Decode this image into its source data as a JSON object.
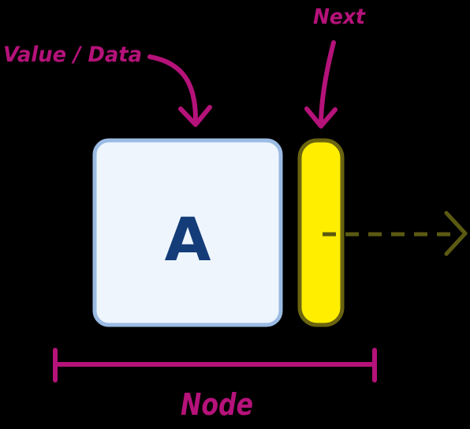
{
  "labels": {
    "value_data": "Value / Data",
    "next": "Next",
    "node": "Node"
  },
  "node": {
    "value": "A"
  },
  "colors": {
    "background": "#000000",
    "annotation": "#b5127a",
    "value_box_fill": "#eef5fd",
    "value_box_stroke": "#9bbbe3",
    "value_text": "#143c78",
    "next_fill": "#ffee00",
    "next_stroke": "#6b6410",
    "pointer": "#5b5a12"
  }
}
